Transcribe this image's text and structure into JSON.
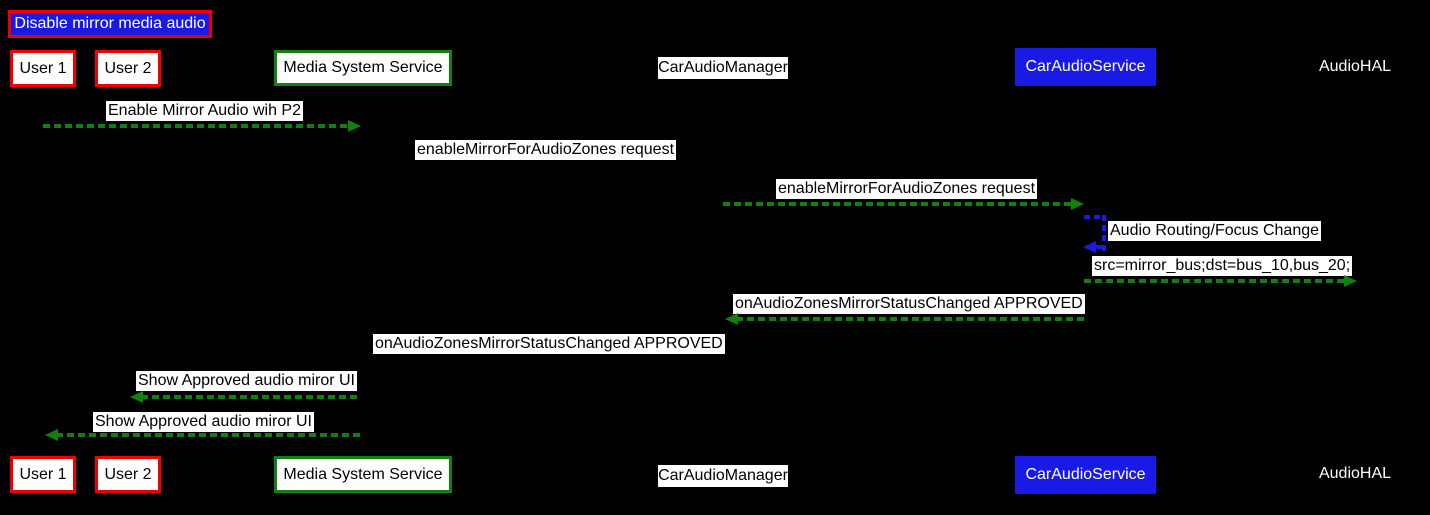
{
  "diagram": {
    "title": "Disable mirror media audio",
    "participants": [
      {
        "id": "user1",
        "label": "User 1",
        "style": "white box, red border"
      },
      {
        "id": "user2",
        "label": "User 2",
        "style": "white box, red border"
      },
      {
        "id": "media_system_service",
        "label": "Media System Service",
        "style": "white box, green border"
      },
      {
        "id": "car_audio_manager",
        "label": "CarAudioManager",
        "style": "white label, black text"
      },
      {
        "id": "car_audio_service",
        "label": "CarAudioService",
        "style": "blue box, white text"
      },
      {
        "id": "audio_hal",
        "label": "AudioHAL",
        "style": "plain white text"
      }
    ],
    "messages": [
      {
        "from": "user1",
        "to": "media_system_service",
        "label": "Enable Mirror Audio wih P2",
        "arrow": "green-dashed-right"
      },
      {
        "from": "media_system_service",
        "to": "car_audio_manager",
        "label": "enableMirrorForAudioZones request",
        "arrow": "label-only"
      },
      {
        "from": "car_audio_manager",
        "to": "car_audio_service",
        "label": "enableMirrorForAudioZones request",
        "arrow": "green-dashed-right"
      },
      {
        "from": "car_audio_service",
        "to": "car_audio_service",
        "label": "Audio Routing/Focus Change",
        "arrow": "blue-dashed-self-loop"
      },
      {
        "from": "car_audio_service",
        "to": "audio_hal",
        "label": "src=mirror_bus;dst=bus_10,bus_20;",
        "arrow": "green-dashed-right"
      },
      {
        "from": "car_audio_service",
        "to": "car_audio_manager",
        "label": "onAudioZonesMirrorStatusChanged APPROVED",
        "arrow": "green-dashed-left"
      },
      {
        "from": "car_audio_manager",
        "to": "media_system_service",
        "label": "onAudioZonesMirrorStatusChanged APPROVED",
        "arrow": "label-only"
      },
      {
        "from": "media_system_service",
        "to": "user2",
        "label": "Show Approved audio miror UI",
        "arrow": "green-dashed-left"
      },
      {
        "from": "media_system_service",
        "to": "user1",
        "label": "Show Approved audio miror UI",
        "arrow": "green-dashed-left"
      }
    ],
    "colors": {
      "background": "#000000",
      "arrow_green": "#118011",
      "arrow_blue": "#1a1ae6",
      "red_border": "#ee0000",
      "green_border": "#118011",
      "blue_fill": "#1a1ae6",
      "label_bg": "#ffffff",
      "label_text": "#000000",
      "light_text": "#ffffff"
    }
  }
}
